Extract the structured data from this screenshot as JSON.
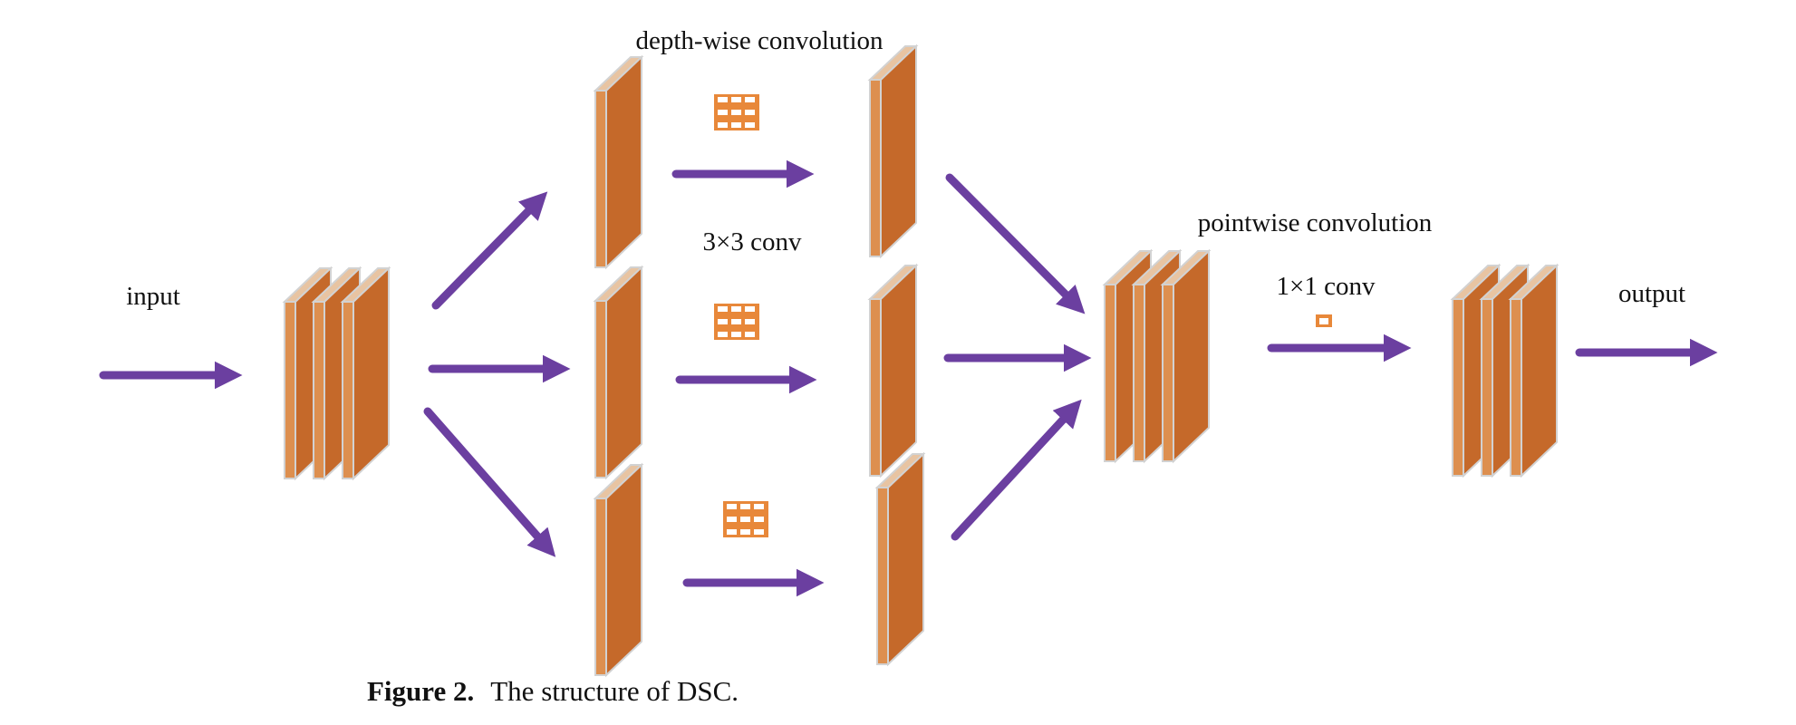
{
  "labels": {
    "input": "input",
    "output": "output",
    "depthwise": "depth-wise convolution",
    "pointwise": "pointwise convolution",
    "conv3": "3×3 conv",
    "conv1": "1×1 conv"
  },
  "caption": {
    "label": "Figure 2.",
    "text": "The structure of DSC."
  },
  "colors": {
    "arrow": "#6b3fa0",
    "layer_front": "#c5692a",
    "layer_side": "#dd8f4f",
    "layer_top": "#e8c4a2",
    "kernel": "#e8883a"
  }
}
